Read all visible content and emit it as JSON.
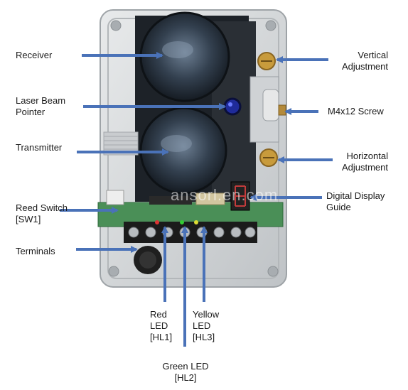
{
  "labels": {
    "receiver": "Receiver",
    "laser_beam_pointer": "Laser Beam\nPointer",
    "transmitter": "Transmitter",
    "reed_switch": "Reed Switch\n[SW1]",
    "terminals": "Terminals",
    "vertical_adjustment": "Vertical\nAdjustment",
    "m4x12_screw": "M4x12 Screw",
    "horizontal_adjustment": "Horizontal\nAdjustment",
    "digital_display_guide": "Digital Display\nGuide",
    "red_led": "Red\nLED\n[HL1]",
    "yellow_led": "Yellow\nLED\n[HL3]",
    "green_led": "Green LED\n[HL2]"
  },
  "watermark": "ansorl.en.com",
  "colors": {
    "arrow": "#4a72b8",
    "housing": "#d9dbdc",
    "lens_dark": "#2b3440",
    "pcb": "#3f8f4f"
  }
}
